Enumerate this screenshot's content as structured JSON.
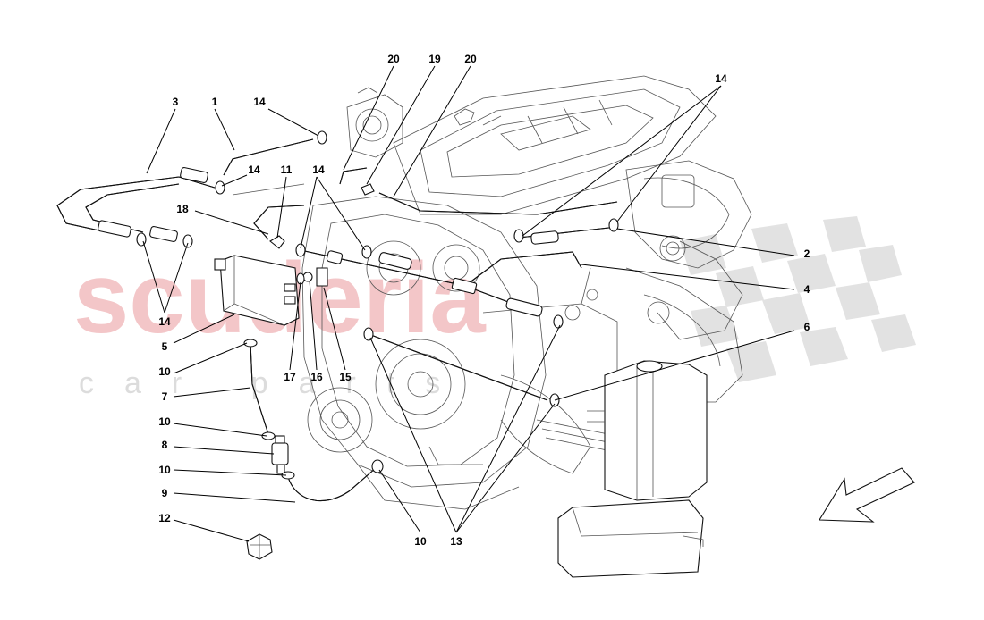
{
  "watermark": {
    "brand": "scuderia",
    "subtitle": "car parts",
    "brand_color": "#f3c6c8",
    "checker_color": "#d9d9d9"
  },
  "callouts": [
    {
      "id": "c-20a",
      "text": "20"
    },
    {
      "id": "c-19",
      "text": "19"
    },
    {
      "id": "c-20b",
      "text": "20"
    },
    {
      "id": "c-14-top-right",
      "text": "14"
    },
    {
      "id": "c-3",
      "text": "3"
    },
    {
      "id": "c-1",
      "text": "1"
    },
    {
      "id": "c-14-top",
      "text": "14"
    },
    {
      "id": "c-14-mid",
      "text": "14"
    },
    {
      "id": "c-11",
      "text": "11"
    },
    {
      "id": "c-14-center",
      "text": "14"
    },
    {
      "id": "c-18",
      "text": "18"
    },
    {
      "id": "c-2",
      "text": "2"
    },
    {
      "id": "c-4",
      "text": "4"
    },
    {
      "id": "c-14-left",
      "text": "14"
    },
    {
      "id": "c-5",
      "text": "5"
    },
    {
      "id": "c-17",
      "text": "17"
    },
    {
      "id": "c-16",
      "text": "16"
    },
    {
      "id": "c-15",
      "text": "15"
    },
    {
      "id": "c-6",
      "text": "6"
    },
    {
      "id": "c-10a",
      "text": "10"
    },
    {
      "id": "c-7",
      "text": "7"
    },
    {
      "id": "c-10b",
      "text": "10"
    },
    {
      "id": "c-8",
      "text": "8"
    },
    {
      "id": "c-10c",
      "text": "10"
    },
    {
      "id": "c-9",
      "text": "9"
    },
    {
      "id": "c-12",
      "text": "12"
    },
    {
      "id": "c-10d",
      "text": "10"
    },
    {
      "id": "c-13",
      "text": "13"
    }
  ],
  "icons": {
    "direction_arrow": "front-direction-arrow-icon"
  }
}
